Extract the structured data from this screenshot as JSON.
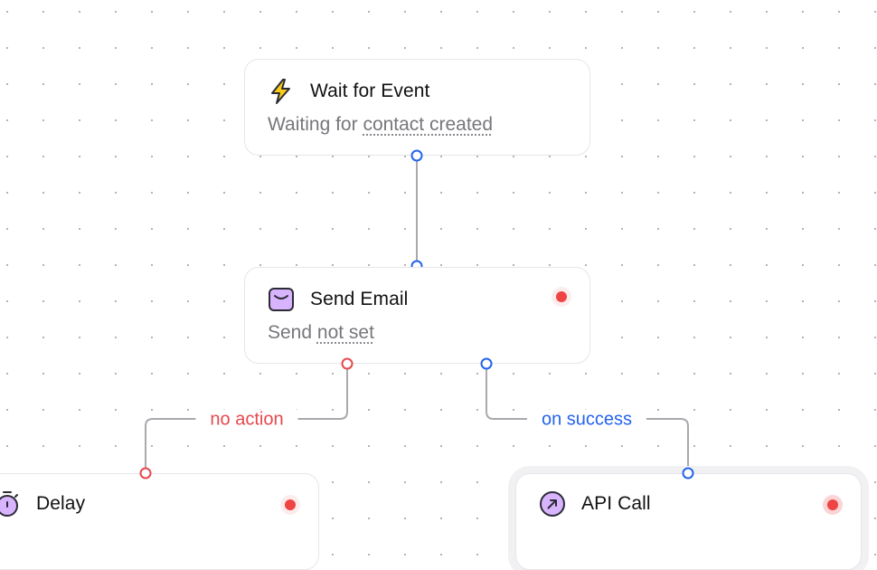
{
  "colors": {
    "accent_blue": "#2563eb",
    "error_red": "#e5484d",
    "status_red": "#ef4444",
    "edge_gray": "#a9a9ae",
    "node_border": "#e6e6ea",
    "icon_purple": "#d8b4fe",
    "icon_yellow": "#facc15"
  },
  "nodes": [
    {
      "id": "wait-for-event",
      "title": "Wait for Event",
      "icon": "lightning-bolt-icon",
      "subtitle_prefix": "Waiting for",
      "subtitle_value": "contact created",
      "status_dot": false
    },
    {
      "id": "send-email",
      "title": "Send Email",
      "icon": "envelope-icon",
      "subtitle_prefix": "Send",
      "subtitle_value": "not set",
      "status_dot": true
    },
    {
      "id": "delay",
      "title": "Delay",
      "icon": "stopwatch-icon",
      "status_dot": true
    },
    {
      "id": "api-call",
      "title": "API Call",
      "icon": "arrow-up-right-icon",
      "status_dot": true,
      "selected": true
    }
  ],
  "edges": [
    {
      "from": "wait-for-event",
      "to": "send-email",
      "label": ""
    },
    {
      "from": "send-email",
      "to": "delay",
      "label": "no action",
      "color": "red"
    },
    {
      "from": "send-email",
      "to": "api-call",
      "label": "on success",
      "color": "blue"
    }
  ]
}
